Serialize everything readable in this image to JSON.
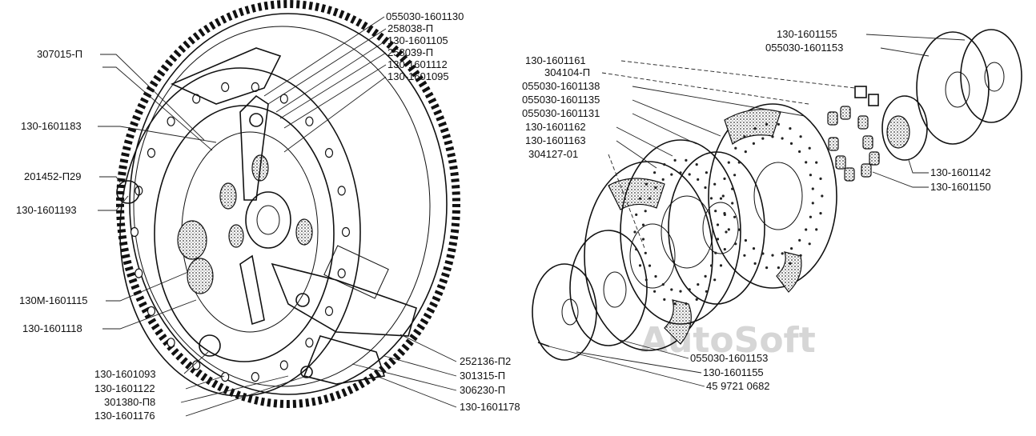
{
  "watermark": "AutoSoft",
  "labels_left": [
    "055030-1601130",
    "258038-П",
    "130-1601105",
    "258039-П",
    "130-1601112",
    "130-1601095",
    "307015-П",
    "130-1601183",
    "201452-П29",
    "130-1601193",
    "130М-1601115",
    "130-1601118",
    "130-1601093",
    "130-1601122",
    "301380-П8",
    "130-1601176",
    "252136-П2",
    "301315-П",
    "306230-П",
    "130-1601178"
  ],
  "labels_right": [
    "130-1601155",
    "055030-1601153",
    "130-1601161",
    "304104-П",
    "055030-1601138",
    "055030-1601135",
    "055030-1601131",
    "130-1601162",
    "130-1601163",
    "304127-01",
    "130-1601142",
    "130-1601150",
    "055030-1601153",
    "130-1601155",
    "45 9721 0682"
  ]
}
